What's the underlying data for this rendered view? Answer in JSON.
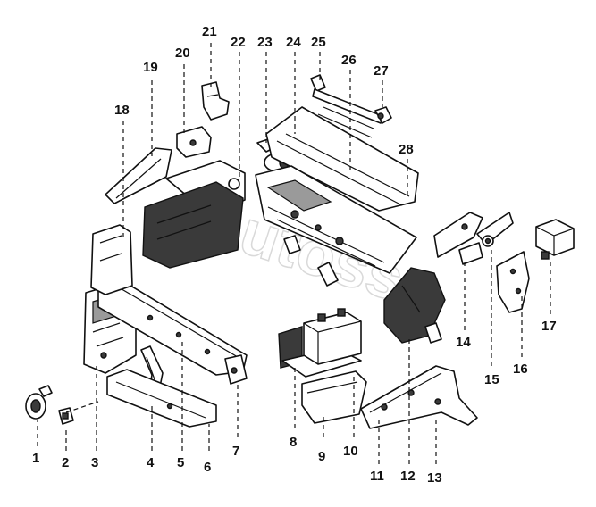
{
  "diagram": {
    "watermark": "Autoss",
    "callouts": [
      {
        "id": "c1",
        "text": "1"
      },
      {
        "id": "c2",
        "text": "2"
      },
      {
        "id": "c3",
        "text": "3"
      },
      {
        "id": "c4",
        "text": "4"
      },
      {
        "id": "c5",
        "text": "5"
      },
      {
        "id": "c6",
        "text": "6"
      },
      {
        "id": "c7",
        "text": "7"
      },
      {
        "id": "c8",
        "text": "8"
      },
      {
        "id": "c9",
        "text": "9"
      },
      {
        "id": "c10",
        "text": "10"
      },
      {
        "id": "c11",
        "text": "11"
      },
      {
        "id": "c12",
        "text": "12"
      },
      {
        "id": "c13",
        "text": "13"
      },
      {
        "id": "c14",
        "text": "14"
      },
      {
        "id": "c15",
        "text": "15"
      },
      {
        "id": "c16",
        "text": "16"
      },
      {
        "id": "c17",
        "text": "17"
      },
      {
        "id": "c18",
        "text": "18"
      },
      {
        "id": "c19",
        "text": "19"
      },
      {
        "id": "c20",
        "text": "20"
      },
      {
        "id": "c21",
        "text": "21"
      },
      {
        "id": "c22",
        "text": "22"
      },
      {
        "id": "c23",
        "text": "23"
      },
      {
        "id": "c24",
        "text": "24"
      },
      {
        "id": "c25",
        "text": "25"
      },
      {
        "id": "c26",
        "text": "26"
      },
      {
        "id": "c27",
        "text": "27"
      },
      {
        "id": "c28",
        "text": "28"
      }
    ]
  }
}
